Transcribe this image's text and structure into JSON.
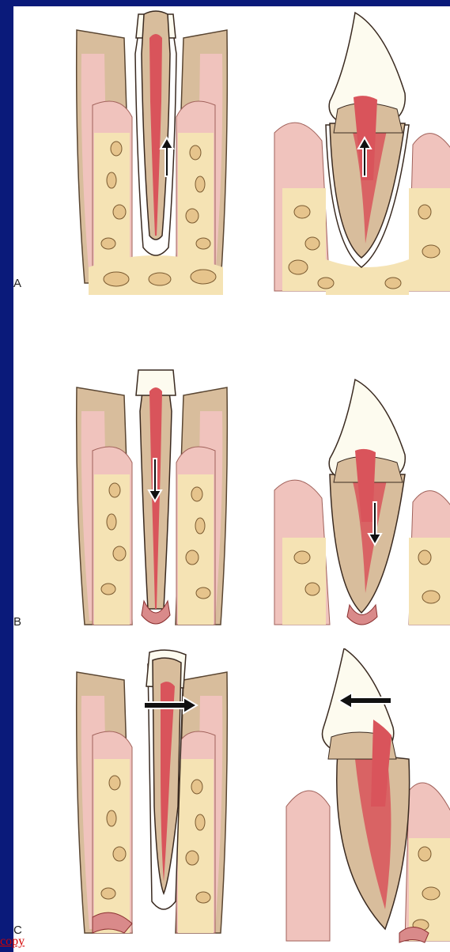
{
  "panels": [
    {
      "letter": "A",
      "movement": "extrusion",
      "arrow_direction": "up"
    },
    {
      "letter": "B",
      "movement": "intrusion",
      "arrow_direction": "down"
    },
    {
      "letter": "C",
      "movement": "tipping",
      "arrow_direction": "horizontal"
    }
  ],
  "watermark": "copy",
  "colors": {
    "frame": "#0a1a7a",
    "enamel": "#fdfbef",
    "dentin": "#d8bd9c",
    "pulp": "#d9545b",
    "gingiva": "#f0c3bd",
    "bone": "#f5e3b4",
    "bone_cavity": "#e6c48c",
    "watermark": "#d40000"
  }
}
